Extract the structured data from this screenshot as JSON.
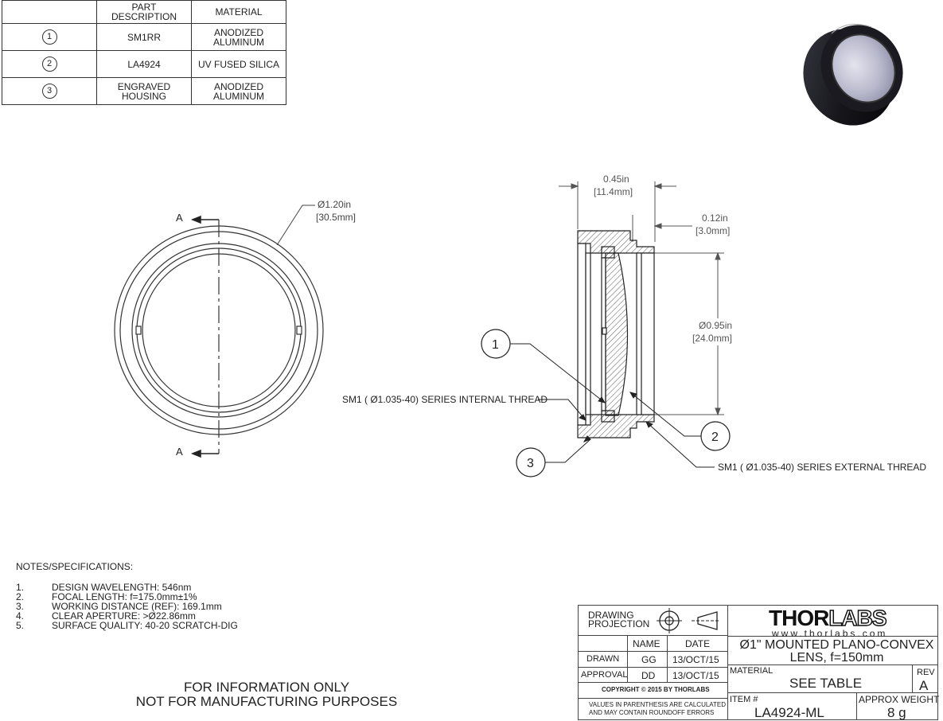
{
  "parts_table": {
    "headers": [
      "",
      "PART DESCRIPTION",
      "MATERIAL"
    ],
    "rows": [
      {
        "num": "1",
        "desc": "SM1RR",
        "material": "ANODIZED ALUMINUM"
      },
      {
        "num": "2",
        "desc": "LA4924",
        "material": "UV FUSED SILICA"
      },
      {
        "num": "3",
        "desc": "ENGRAVED HOUSING",
        "material": "ANODIZED ALUMINUM"
      }
    ]
  },
  "front_view": {
    "section_label": "A",
    "diameter_in": "Ø1.20in",
    "diameter_mm": "[30.5mm]"
  },
  "side_view": {
    "width_in": "0.45in",
    "width_mm": "[11.4mm]",
    "thread_len_in": "0.12in",
    "thread_len_mm": "[3.0mm]",
    "inner_dia_in": "Ø0.95in",
    "inner_dia_mm": "[24.0mm]",
    "internal_thread": "SM1 ( Ø1.035-40) SERIES INTERNAL THREAD",
    "external_thread": "SM1 ( Ø1.035-40) SERIES EXTERNAL THREAD",
    "balloons": [
      "1",
      "2",
      "3"
    ]
  },
  "notes": {
    "heading": "NOTES/SPECIFICATIONS:",
    "items": [
      {
        "num": "1.",
        "text": "DESIGN WAVELENGTH: 546nm"
      },
      {
        "num": "2.",
        "text": "FOCAL LENGTH: f=175.0mm±1%"
      },
      {
        "num": "3.",
        "text": "WORKING DISTANCE (REF): 169.1mm"
      },
      {
        "num": "4.",
        "text": "CLEAR APERTURE: >Ø22.86mm"
      },
      {
        "num": "5.",
        "text": "SURFACE QUALITY: 40-20 SCRATCH-DIG"
      }
    ]
  },
  "disclaimer": {
    "line1": "FOR INFORMATION ONLY",
    "line2": "NOT FOR MANUFACTURING PURPOSES"
  },
  "title_block": {
    "drawing_projection": "DRAWING PROJECTION",
    "name_header": "NAME",
    "date_header": "DATE",
    "drawn_label": "DRAWN",
    "drawn_name": "GG",
    "drawn_date": "13/OCT/15",
    "approval_label": "APPROVAL",
    "approval_name": "DD",
    "approval_date": "13/OCT/15",
    "copyright": "COPYRIGHT © 2015 BY THORLABS",
    "values_note_1": "VALUES IN PARENTHESIS ARE CALCULATED",
    "values_note_2": "AND MAY CONTAIN ROUNDOFF ERRORS",
    "logo_a": "THOR",
    "logo_b": "LABS",
    "website": "www.thorlabs.com",
    "title_1": "Ø1\" MOUNTED PLANO-CONVEX",
    "title_2": "LENS, f=150mm",
    "material_label": "MATERIAL",
    "material_value": "SEE TABLE",
    "rev_label": "REV",
    "rev_value": "A",
    "item_label": "ITEM #",
    "item_value": "LA4924-ML",
    "weight_label": "APPROX WEIGHT",
    "weight_value": "8 g"
  }
}
